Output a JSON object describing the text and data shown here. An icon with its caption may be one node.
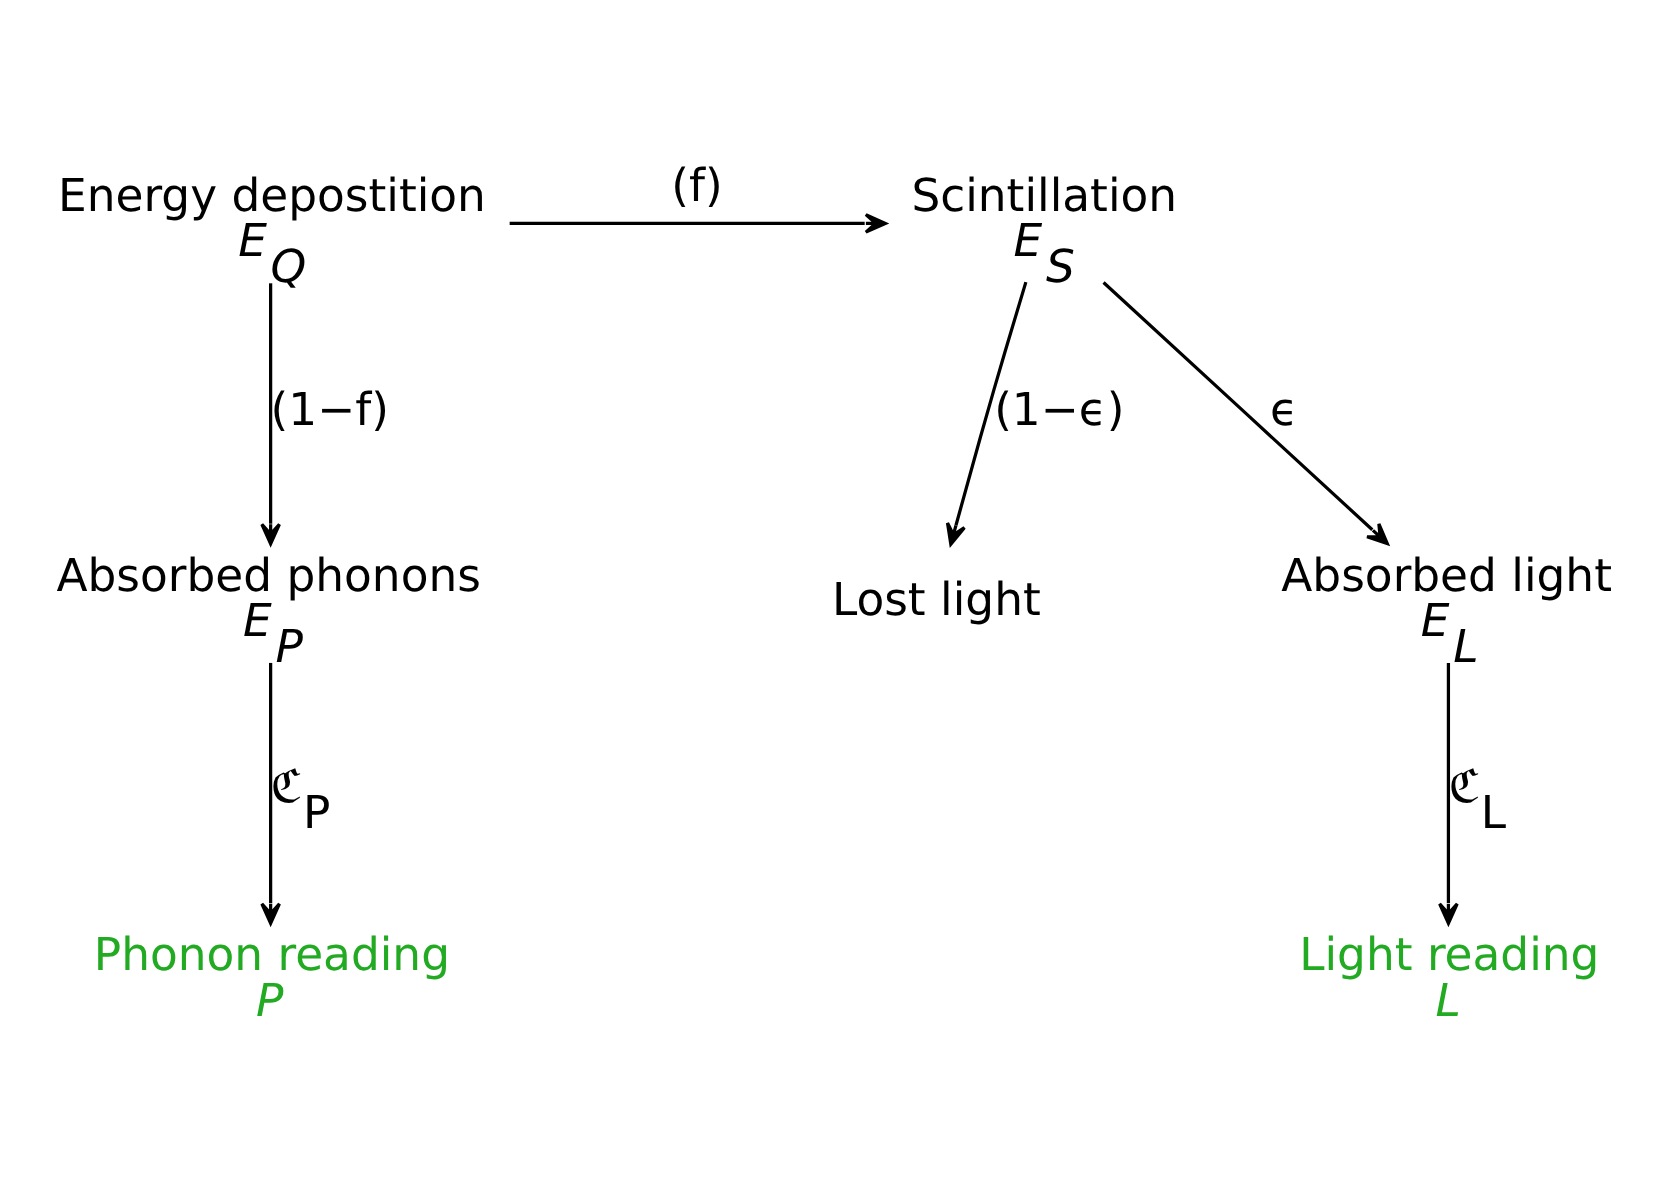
{
  "diagram": {
    "nodes": [
      {
        "text": [
          "Energy depostition",
          "E$_{Q}$"
        ]
      },
      {
        "text": [
          "Scintillation",
          "E$_{S}$"
        ]
      },
      {
        "text": [
          "Lost light"
        ]
      },
      {
        "text": [
          "Absorbed phonons",
          "E$_{P}$"
        ]
      },
      {
        "text": [
          "Absorbed light",
          "E$_{L}$"
        ]
      },
      {
        "text": [
          "Phonon reading",
          "P"
        ]
      },
      {
        "text": [
          "Light reading",
          "L"
        ]
      }
    ],
    "edges": [
      {
        "from": 0,
        "to": 1,
        "arrow": "to",
        "label": "(f)"
      },
      {
        "from": 0,
        "to": 3,
        "arrow": "to",
        "label": "(1−f)"
      },
      {
        "from": 1,
        "to": 2,
        "arrow": "to",
        "label": "(1−ϵ)"
      },
      {
        "from": 1,
        "to": 4,
        "arrow": "to",
        "label": "ϵ"
      },
      {
        "from": 3,
        "to": 5,
        "arrow": "to",
        "label": "ℭ$_{P}$"
      },
      {
        "from": 4,
        "to": 6,
        "arrow": "to",
        "label": "ℭ$_{L}$"
      }
    ]
  }
}
